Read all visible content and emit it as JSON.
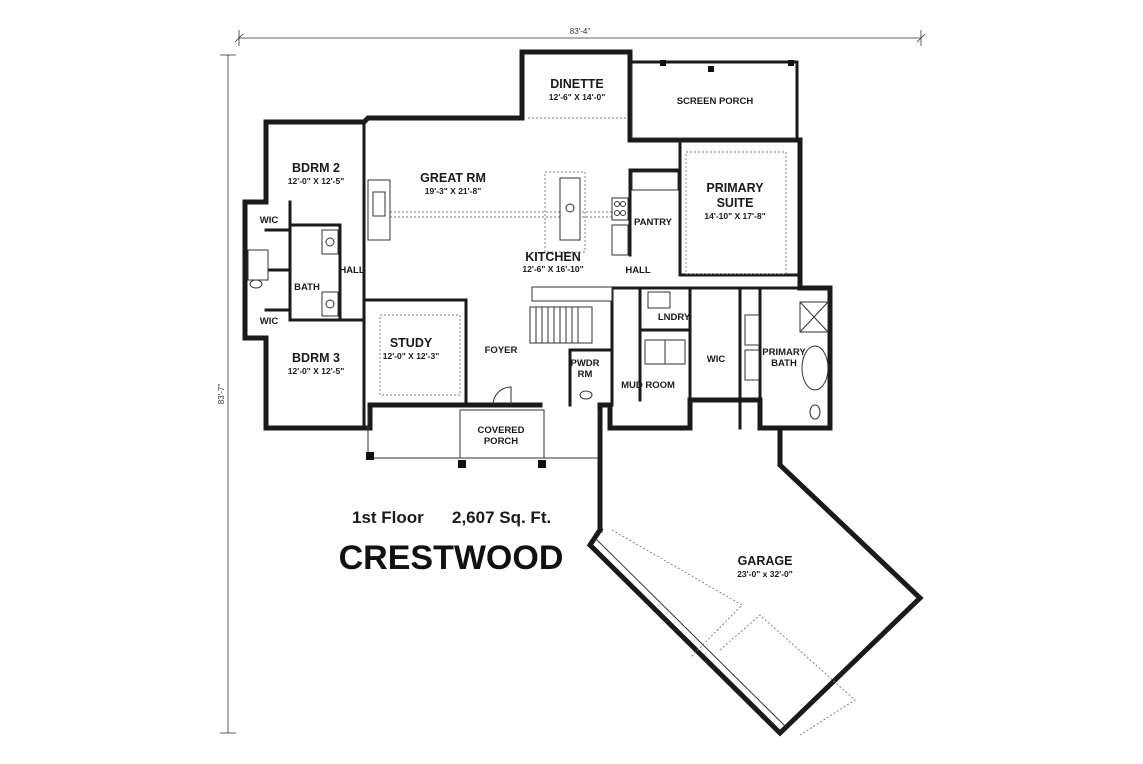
{
  "plan": {
    "name": "CRESTWOOD",
    "floor_label": "1st Floor",
    "area_label": "2,607 Sq. Ft.",
    "overall_width": "83'-4\"",
    "overall_depth": "83'-7\""
  },
  "rooms": {
    "dinette": {
      "name": "DINETTE",
      "size": "12'-6\" X 14'-0\""
    },
    "screen_porch": {
      "name": "SCREEN PORCH"
    },
    "great_rm": {
      "name": "GREAT RM",
      "size": "19'-3\" X 21'-8\""
    },
    "bdrm2": {
      "name": "BDRM 2",
      "size": "12'-0\" X 12'-5\""
    },
    "bdrm3": {
      "name": "BDRM 3",
      "size": "12'-0\" X 12'-5\""
    },
    "wic_top": {
      "name": "WIC"
    },
    "wic_bottom": {
      "name": "WIC"
    },
    "bath": {
      "name": "BATH"
    },
    "hall_left": {
      "name": "HALL"
    },
    "kitchen": {
      "name": "KITCHEN",
      "size": "12'-6\" X 16'-10\""
    },
    "pantry": {
      "name": "PANTRY"
    },
    "hall_right": {
      "name": "HALL"
    },
    "primary_suite": {
      "name_line1": "PRIMARY",
      "name_line2": "SUITE",
      "size": "14'-10\" X 17'-8\""
    },
    "study": {
      "name": "STUDY",
      "size": "12'-0\" X 12'-3\""
    },
    "foyer": {
      "name": "FOYER"
    },
    "pwdr": {
      "name_line1": "PWDR",
      "name_line2": "RM"
    },
    "lndry": {
      "name": "LNDRY"
    },
    "mud_room": {
      "name": "MUD ROOM"
    },
    "wic_primary": {
      "name": "WIC"
    },
    "primary_bath": {
      "name_line1": "PRIMARY",
      "name_line2": "BATH"
    },
    "covered_porch": {
      "name_line1": "COVERED",
      "name_line2": "PORCH"
    },
    "garage": {
      "name": "GARAGE",
      "size": "23'-0\" x 32'-0\""
    }
  }
}
